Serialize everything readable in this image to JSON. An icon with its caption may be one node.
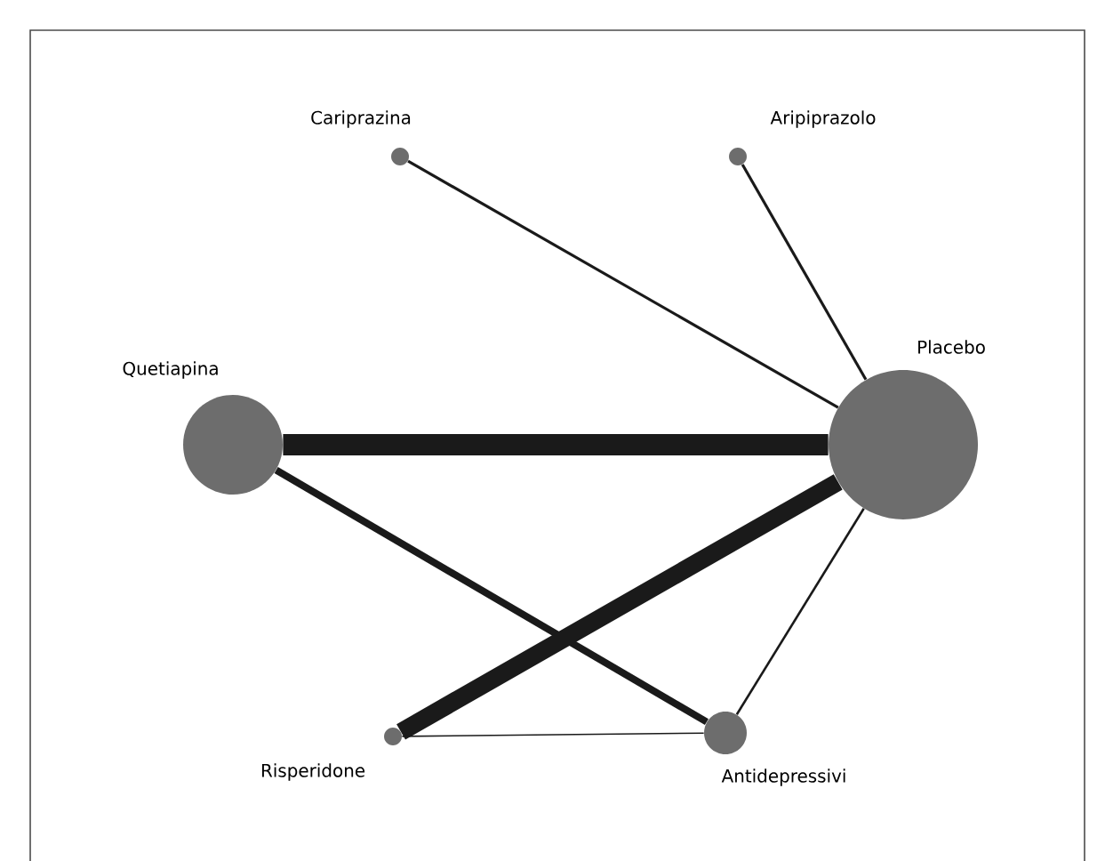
{
  "diagram": {
    "nodes": [
      {
        "text": [
          "Cariprazina"
        ]
      },
      {
        "text": [
          "Aripiprazolo"
        ]
      },
      {
        "text": [
          "Quetiapina"
        ]
      },
      {
        "text": [
          "Placebo"
        ]
      },
      {
        "text": [
          "Risperidone"
        ]
      },
      {
        "text": [
          "Antidepressivi"
        ]
      }
    ],
    "edges": [
      {
        "from": 0,
        "to": 3,
        "arrow": "none"
      },
      {
        "from": 1,
        "to": 3,
        "arrow": "none"
      },
      {
        "from": 2,
        "to": 3,
        "arrow": "none",
        "style": "thick"
      },
      {
        "from": 2,
        "to": 5,
        "arrow": "none",
        "style": "thick"
      },
      {
        "from": 4,
        "to": 3,
        "arrow": "none",
        "style": "thick"
      },
      {
        "from": 5,
        "to": 3,
        "arrow": "none"
      },
      {
        "from": 4,
        "to": 5,
        "arrow": "none"
      }
    ]
  }
}
